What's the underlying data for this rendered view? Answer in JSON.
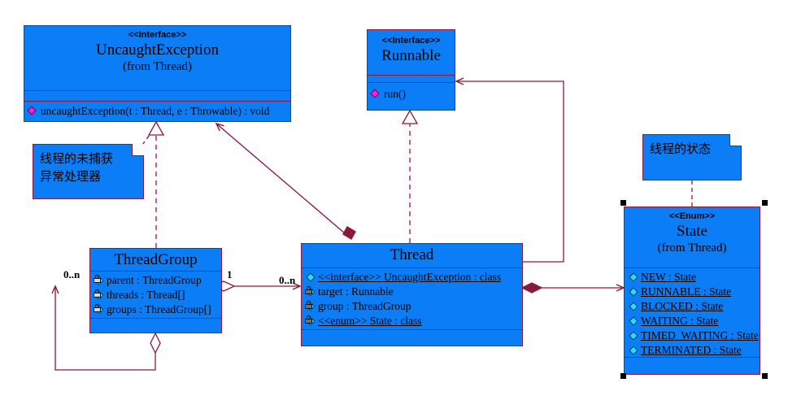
{
  "diagram": {
    "title": "Java Thread UML class diagram",
    "colors": {
      "box_fill": "#0b7df7",
      "box_border": "#8b1a3a",
      "edge": "#8b1a3a",
      "text": "#000000",
      "icon_cyan": "#24e0f5",
      "icon_magenta": "#ff22cc",
      "canvas": "#ffffff"
    }
  },
  "classes": {
    "uncaught_exception": {
      "stereotype": "<<Interface>>",
      "name": "UncaughtException",
      "from": "(from Thread)",
      "operations": [
        {
          "icon": "public-method-icon",
          "text": "uncaughtException(t : Thread, e : Throwable) : void",
          "static": false
        }
      ]
    },
    "runnable": {
      "stereotype": "<<Interface>>",
      "name": "Runnable",
      "operations": [
        {
          "icon": "public-method-icon",
          "text": "run()",
          "static": false
        }
      ]
    },
    "thread_group": {
      "name": "ThreadGroup",
      "attributes": [
        {
          "icon": "protected-attribute-icon",
          "text": "parent : ThreadGroup",
          "static": false
        },
        {
          "icon": "protected-attribute-icon",
          "text": "threads : Thread[]",
          "static": false
        },
        {
          "icon": "protected-attribute-icon",
          "text": "groups : ThreadGroup[]",
          "static": false
        }
      ]
    },
    "thread": {
      "name": "Thread",
      "attributes": [
        {
          "icon": "public-attribute-icon",
          "text": "<<interface>> UncaughtException : class",
          "static": true
        },
        {
          "icon": "private-attribute-icon",
          "text": "target : Runnable",
          "static": false
        },
        {
          "icon": "private-attribute-icon",
          "text": "group : ThreadGroup",
          "static": false
        },
        {
          "icon": "private-attribute-icon",
          "text": "<<enum>> State : class",
          "static": true
        }
      ]
    },
    "state": {
      "stereotype": "<<Enum>>",
      "name": "State",
      "from": "(from Thread)",
      "selected": true,
      "attributes": [
        {
          "icon": "public-attribute-icon",
          "text": "NEW : State",
          "static": true
        },
        {
          "icon": "public-attribute-icon",
          "text": "RUNNABLE : State",
          "static": true
        },
        {
          "icon": "public-attribute-icon",
          "text": "BLOCKED : State",
          "static": true
        },
        {
          "icon": "public-attribute-icon",
          "text": "WAITING : State",
          "static": true
        },
        {
          "icon": "public-attribute-icon",
          "text": "TIMED_WAITING : State",
          "static": true
        },
        {
          "icon": "public-attribute-icon",
          "text": "TERMINATED : State",
          "static": true
        }
      ]
    }
  },
  "notes": {
    "uncaught_note": {
      "lines": [
        "线程的未捕获",
        "异常处理器"
      ]
    },
    "state_note": {
      "lines": [
        "线程的状态"
      ]
    }
  },
  "multiplicities": {
    "tg_left": "0..n",
    "tg_right": "1",
    "thread_left": "0..n"
  }
}
